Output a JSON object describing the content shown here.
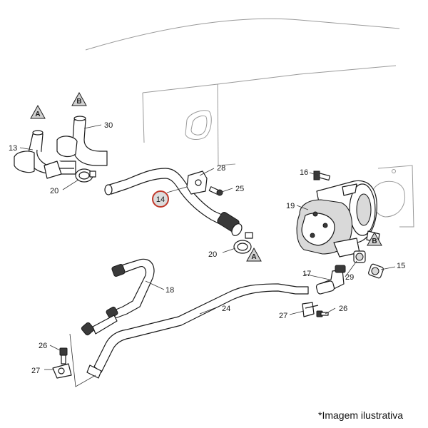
{
  "callouts": {
    "p13": "13",
    "p30": "30",
    "p20a": "20",
    "p28": "28",
    "p25": "25",
    "p14": "14",
    "p20b": "20",
    "p16": "16",
    "p19": "19",
    "p18": "18",
    "p17": "17",
    "p29": "29",
    "p15": "15",
    "p24": "24",
    "p27a": "27",
    "p26a": "26",
    "p26b": "26",
    "p27b": "27"
  },
  "markers": {
    "tri_a1": "A",
    "tri_b1": "B",
    "tri_b2": "B",
    "tri_a2": "A"
  },
  "caption": "*Imagem ilustrativa",
  "colors": {
    "line": "#1a1a1a",
    "background_lines": "#9a9a9a",
    "highlight": "#c0392b",
    "highlight_fill": "#dcdcdc"
  }
}
